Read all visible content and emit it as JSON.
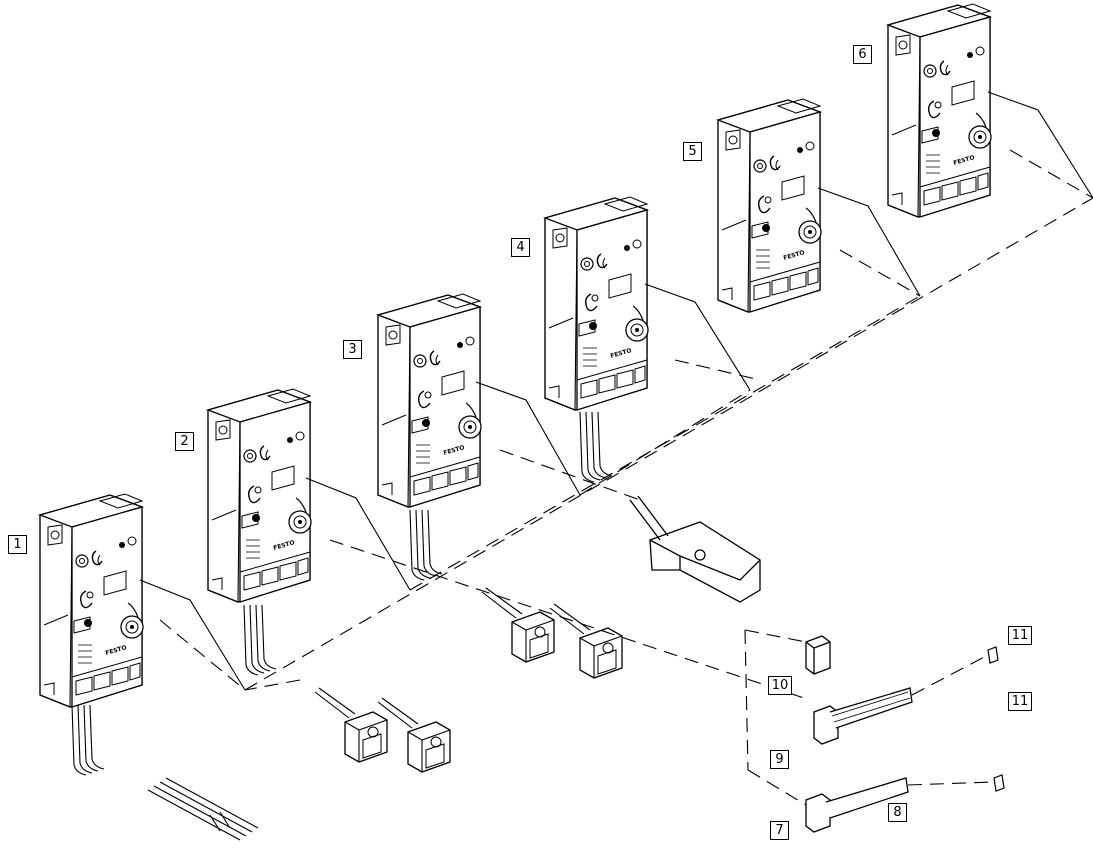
{
  "callouts": {
    "c1": "1",
    "c2": "2",
    "c3": "3",
    "c4": "4",
    "c5": "5",
    "c6": "6",
    "c7": "7",
    "c8": "8",
    "c9": "9",
    "c10": "10",
    "c11a": "11",
    "c11b": "11"
  },
  "brand": "FESTO",
  "colors": {
    "line": "#000000",
    "background": "#ffffff",
    "fill": "#ffffff"
  }
}
